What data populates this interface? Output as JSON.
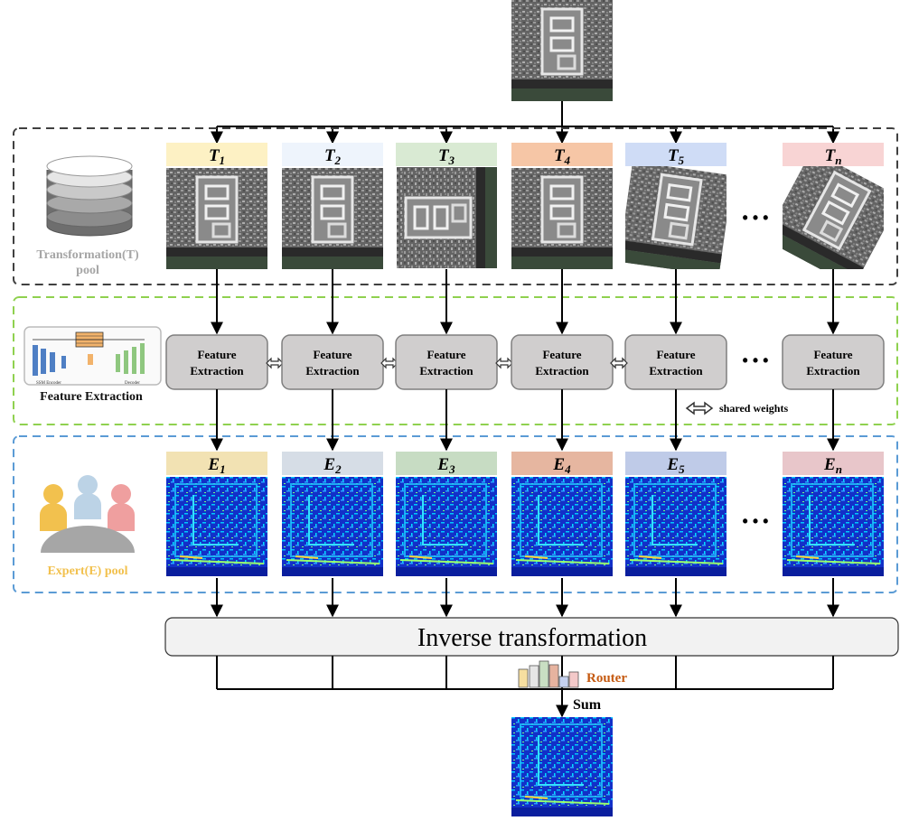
{
  "pools": {
    "transformation_label": "Transformation(T)",
    "transformation_label_2": "pool",
    "feature_label": "Feature Extraction",
    "expert_label": "Expert(E) pool",
    "fe_thumb_encoder": "SSM Encoder",
    "fe_thumb_decoder": "Decoder"
  },
  "columns": [
    {
      "t_base": "T",
      "t_sub": "1",
      "e_base": "E",
      "e_sub": "1",
      "t_color": "#fdf1c4",
      "e_color": "#f2e2b3",
      "fe": [
        "Feature",
        "Extraction"
      ]
    },
    {
      "t_base": "T",
      "t_sub": "2",
      "e_base": "E",
      "e_sub": "2",
      "t_color": "#eef4fc",
      "e_color": "#d6dde6",
      "fe": [
        "Feature",
        "Extraction"
      ]
    },
    {
      "t_base": "T",
      "t_sub": "3",
      "e_base": "E",
      "e_sub": "3",
      "t_color": "#d9ead3",
      "e_color": "#c7dcc3",
      "fe": [
        "Feature",
        "Extraction"
      ]
    },
    {
      "t_base": "T",
      "t_sub": "4",
      "e_base": "E",
      "e_sub": "4",
      "t_color": "#f6c6a6",
      "e_color": "#e6b6a0",
      "fe": [
        "Feature",
        "Extraction"
      ]
    },
    {
      "t_base": "T",
      "t_sub": "5",
      "e_base": "E",
      "e_sub": "5",
      "t_color": "#cfdcf6",
      "e_color": "#bfcbe8",
      "fe": [
        "Feature",
        "Extraction"
      ]
    },
    {
      "t_base": "T",
      "t_sub": "n",
      "e_base": "E",
      "e_sub": "n",
      "t_color": "#f8d4d4",
      "e_color": "#e8c6ca",
      "fe": [
        "Feature",
        "Extraction"
      ]
    }
  ],
  "ellipsis": "• • •",
  "shared_weights": "shared weights",
  "inverse_transformation": "Inverse transformation",
  "router": "Router",
  "sum": "Sum",
  "colors": {
    "transformation_border": "#404040",
    "feature_border": "#8fd14f",
    "expert_border": "#5b9bd5",
    "router": "#c55a11",
    "expert_label": "#f2c14e"
  }
}
